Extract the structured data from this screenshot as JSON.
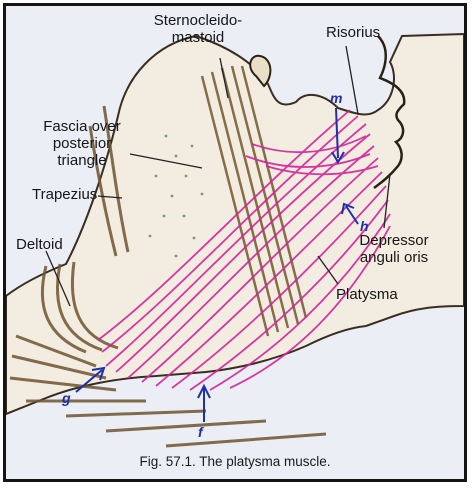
{
  "labels": {
    "sternocleido_line1": "Sternocleido-",
    "sternocleido_line2": "mastoid",
    "risorius": "Risorius",
    "fascia_line1": "Fascia over",
    "fascia_line2": "posterior",
    "fascia_line3": "triangle",
    "trapezius": "Trapezius",
    "deltoid": "Deltoid",
    "depressor_line1": "Depressor",
    "depressor_line2": "anguli oris",
    "platysma": "Platysma",
    "m": "m",
    "h": "h",
    "g": "g",
    "f": "f"
  },
  "caption": "Fig. 57.1. The platysma muscle.",
  "colors": {
    "label_text": "#161616",
    "arrow_letters": "#1e2fa8",
    "platysma": "#d3239b",
    "muscle_brown": "#6e5530",
    "skin_fill": "#f4ede0",
    "page_bg": "#eceef6"
  }
}
